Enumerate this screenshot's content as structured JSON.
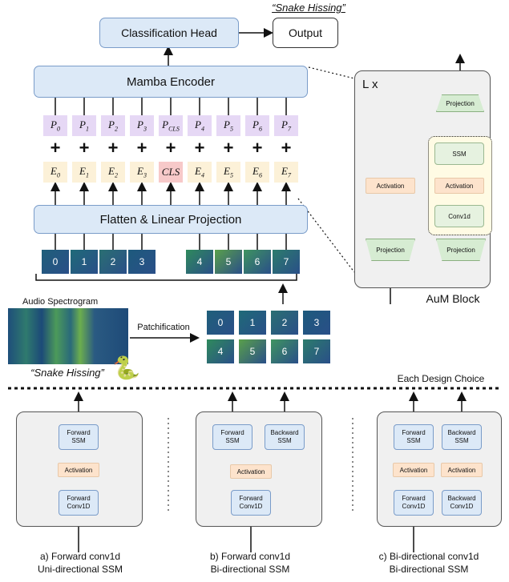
{
  "top": {
    "caption": "“Snake Hissing”",
    "classification_head": "Classification Head",
    "output": "Output",
    "encoder": "Mamba Encoder",
    "flatten": "Flatten & Linear Projection"
  },
  "p_tokens": [
    "P0",
    "P1",
    "P2",
    "P3",
    "PCLS",
    "P4",
    "P5",
    "P6",
    "P7"
  ],
  "e_tokens": [
    "E0",
    "E1",
    "E2",
    "E3",
    "CLS",
    "E4",
    "E5",
    "E6",
    "E7"
  ],
  "patches_top": [
    "0",
    "1",
    "2",
    "3",
    "4",
    "5",
    "6",
    "7"
  ],
  "spectrogram": {
    "label": "Audio Spectrogram",
    "caption": "“Snake Hissing”",
    "patchification": "Patchification"
  },
  "grid_patches": [
    "0",
    "1",
    "2",
    "3",
    "4",
    "5",
    "6",
    "7"
  ],
  "aum": {
    "lx": "L x",
    "projection_top": "Projection",
    "ssm": "SSM",
    "activation_inner": "Activation",
    "conv": "Conv1d",
    "activation_left": "Activation",
    "projection_left": "Projection",
    "projection_right": "Projection",
    "block_label": "AuM Block"
  },
  "design_choice": "Each Design Choice",
  "variants": [
    {
      "fwd_ssm": "Forward SSM",
      "activation": "Activation",
      "fwd_conv": "Forward Conv1D",
      "caption1": "a) Forward conv1d",
      "caption2": "Uni-directional SSM"
    },
    {
      "fwd_ssm": "Forward SSM",
      "bwd_ssm": "Backward SSM",
      "activation": "Activation",
      "fwd_conv": "Forward Conv1D",
      "caption1": "b) Forward conv1d",
      "caption2": "Bi-directional SSM"
    },
    {
      "fwd_ssm": "Forward SSM",
      "bwd_ssm": "Backward SSM",
      "activation": "Activation",
      "activation2": "Activation",
      "fwd_conv": "Forward Conv1D",
      "bwd_conv": "Backward Conv1D",
      "caption1": "c) Bi-directional conv1d",
      "caption2": "Bi-directional SSM"
    }
  ],
  "colors": {
    "blue_fill": "#dce9f7",
    "purple_token": "#e6d8f5",
    "yellow_token": "#fcf1d8",
    "cls_token": "#f7c9c9",
    "activation": "#fde3cc",
    "patch_green": "#2e8b6a"
  }
}
